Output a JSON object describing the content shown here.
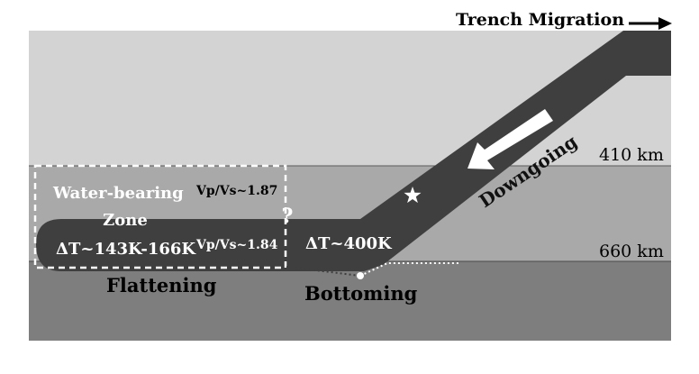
{
  "header": {
    "trench_label": "Trench Migration"
  },
  "depths": {
    "d410": "410 km",
    "d660": "660 km"
  },
  "zone": {
    "line1": "Water-bearing",
    "line2": "Zone",
    "temp": "ΔT~143K-166K",
    "vpvs_upper": "Vp/Vs~1.87",
    "vpvs_lower": "Vp/Vs~1.84"
  },
  "labels": {
    "question": "?",
    "slab_temp": "ΔT~400K",
    "downgoing": "Downgoing",
    "flattening": "Flattening",
    "bottoming": "Bottoming"
  },
  "colors": {
    "upper_mantle": "#d3d3d3",
    "transition_zone": "#a9a9a9",
    "lower_mantle": "#7e7e7e",
    "slab": "#3f3f3f"
  }
}
